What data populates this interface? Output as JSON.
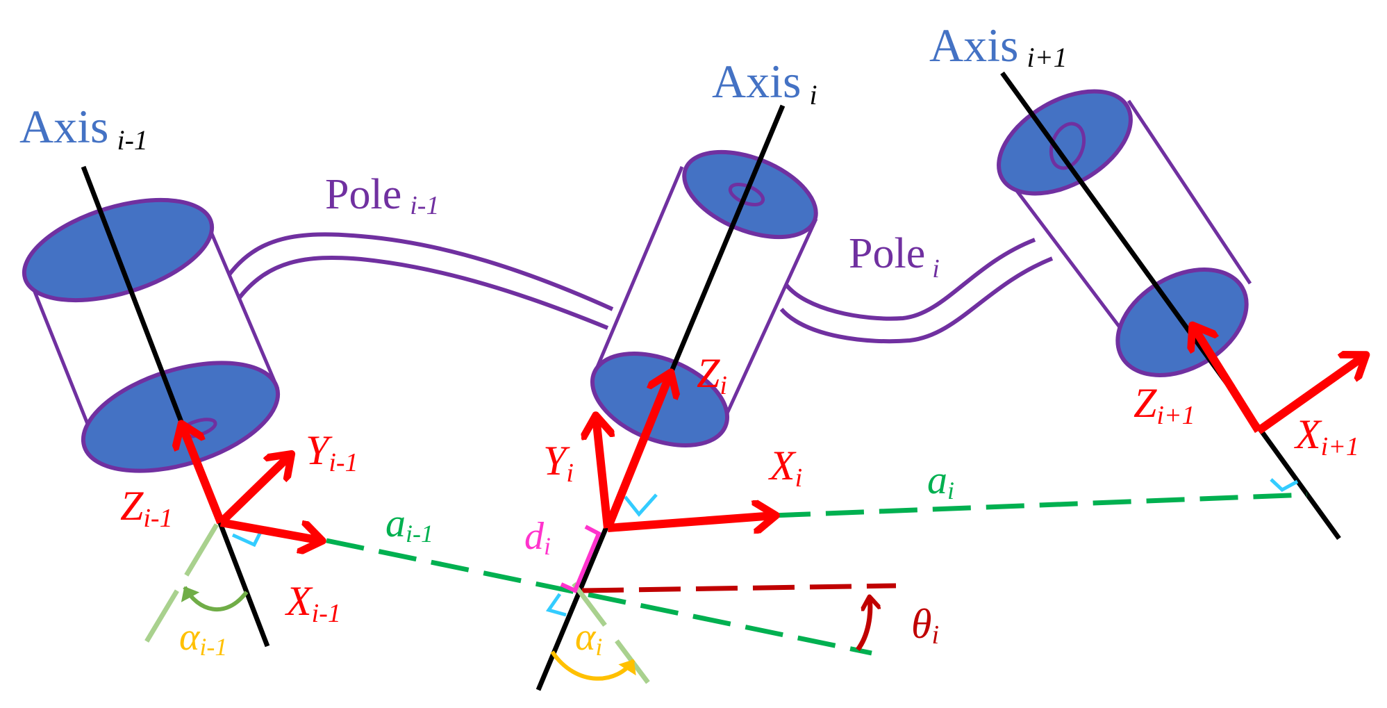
{
  "colors": {
    "joint_fill": "#4472c4",
    "outline": "#7030a0",
    "axis_line": "#000000",
    "frame": "#ff0000",
    "link_length": "#00b050",
    "twist_ref": "#a9d18e",
    "twist_arc": "#70ad47",
    "offset": "#ff33cc",
    "angle": "#c00000",
    "right_angle": "#33ccff",
    "alpha_label": "#ffc000"
  },
  "axes": [
    {
      "base": "Axis",
      "sub": "i-1"
    },
    {
      "base": "Axis",
      "sub": "i"
    },
    {
      "base": "Axis",
      "sub": "i+1"
    }
  ],
  "poles": [
    {
      "base": "Pole",
      "sub": "i-1"
    },
    {
      "base": "Pole",
      "sub": "i"
    }
  ],
  "frame_labels": {
    "z_prev": {
      "base": "Z",
      "sub": "i-1"
    },
    "y_prev": {
      "base": "Y",
      "sub": "i-1"
    },
    "x_prev": {
      "base": "X",
      "sub": "i-1"
    },
    "z_i": {
      "base": "Z",
      "sub": "i"
    },
    "y_i": {
      "base": "Y",
      "sub": "i"
    },
    "x_i": {
      "base": "X",
      "sub": "i"
    },
    "z_next": {
      "base": "Z",
      "sub": "i+1"
    },
    "x_next": {
      "base": "X",
      "sub": "i+1"
    }
  },
  "params": {
    "a_prev": {
      "base": "a",
      "sub": "i-1"
    },
    "a_i": {
      "base": "a",
      "sub": "i"
    },
    "d_i": {
      "base": "d",
      "sub": "i"
    },
    "alpha_prev": {
      "base": "α",
      "sub": "i-1"
    },
    "alpha_i": {
      "base": "α",
      "sub": "i"
    },
    "theta_i": {
      "base": "θ",
      "sub": "i"
    }
  }
}
